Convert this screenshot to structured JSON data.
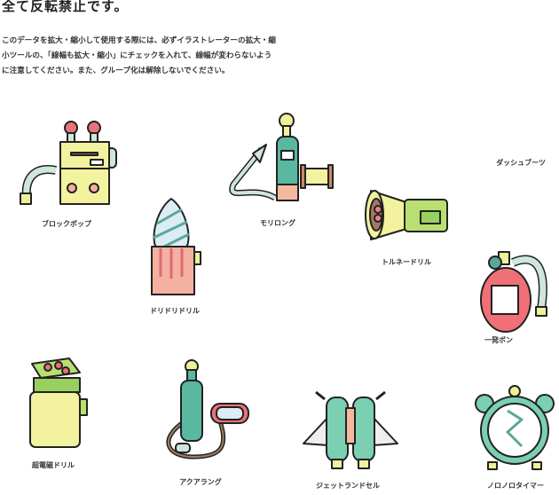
{
  "title": "全て反転禁止です。",
  "note": "このデータを拡大・縮小して使用する際には、必ずイラストレーターの拡大・縮小ツールの、「線幅も拡大・縮小」にチェックを入れて、線幅が変わらないように注意してください。また、グループ化は解除しないでください。",
  "items": [
    {
      "label": "ブロックボップ"
    },
    {
      "label": "ドリドリドリル"
    },
    {
      "label": "モリロング"
    },
    {
      "label": "トルネードリル"
    },
    {
      "label": "ダッシュブーツ"
    },
    {
      "label": "一発ボン"
    },
    {
      "label": "超電磁ドリル"
    },
    {
      "label": "アクアラング"
    },
    {
      "label": "ジェットランドセル"
    },
    {
      "label": "ノロノロタイマー"
    }
  ]
}
